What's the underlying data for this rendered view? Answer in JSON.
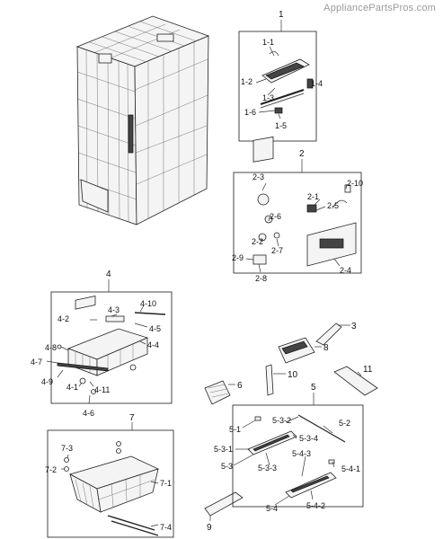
{
  "watermark": "AppliancePartsPros.com",
  "labels": {
    "g1": "1",
    "p1_1": "1-1",
    "p1_2": "1-2",
    "p1_3": "1-3",
    "p1_4": "1-4",
    "p1_5": "1-5",
    "p1_6": "1-6",
    "g2": "2",
    "p2_1": "2-1",
    "p2_2": "2-2",
    "p2_3": "2-3",
    "p2_4": "2-4",
    "p2_5": "2-5",
    "p2_6": "2-6",
    "p2_7": "2-7",
    "p2_8": "2-8",
    "p2_9": "2-9",
    "p2_10": "2-10",
    "g3": "3",
    "g4": "4",
    "p4_1": "4-1",
    "p4_2": "4-2",
    "p4_3": "4-3",
    "p4_4": "4-4",
    "p4_5": "4-5",
    "p4_6": "4-6",
    "p4_7": "4-7",
    "p4_8": "4-8",
    "p4_9": "4-9",
    "p4_10": "4-10",
    "p4_11": "4-11",
    "g5": "5",
    "p5_1": "5-1",
    "p5_2": "5-2",
    "p5_3": "5-3",
    "p5_3_1": "5-3-1",
    "p5_3_2": "5-3-2",
    "p5_3_3": "5-3-3",
    "p5_3_4": "5-3-4",
    "p5_4": "5-4",
    "p5_4_1": "5-4-1",
    "p5_4_2": "5-4-2",
    "p5_4_3": "5-4-3",
    "g6": "6",
    "g7": "7",
    "p7_1": "7-1",
    "p7_2": "7-2",
    "p7_3": "7-3",
    "p7_4": "7-4",
    "g8": "8",
    "g9": "9",
    "g10": "10",
    "g11": "11"
  }
}
